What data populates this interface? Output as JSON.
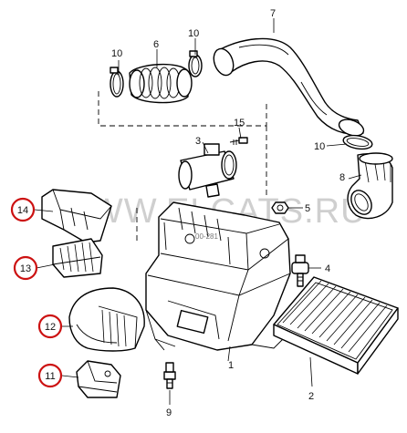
{
  "watermark": "WWW.ELCATS.RU",
  "stamp": "00-281",
  "callouts": [
    {
      "number": "1"
    },
    {
      "number": "2"
    },
    {
      "number": "3"
    },
    {
      "number": "4"
    },
    {
      "number": "5"
    },
    {
      "number": "6"
    },
    {
      "number": "7"
    },
    {
      "number": "8"
    },
    {
      "number": "9"
    },
    {
      "number": "10"
    },
    {
      "number": "10"
    },
    {
      "number": "10"
    },
    {
      "number": "15"
    }
  ],
  "highlighted_callouts": [
    {
      "number": "14"
    },
    {
      "number": "13"
    },
    {
      "number": "12"
    },
    {
      "number": "11"
    }
  ],
  "colors": {
    "highlight_ring": "#cc1111",
    "line": "#000000",
    "watermark": "#cfcfcf"
  }
}
